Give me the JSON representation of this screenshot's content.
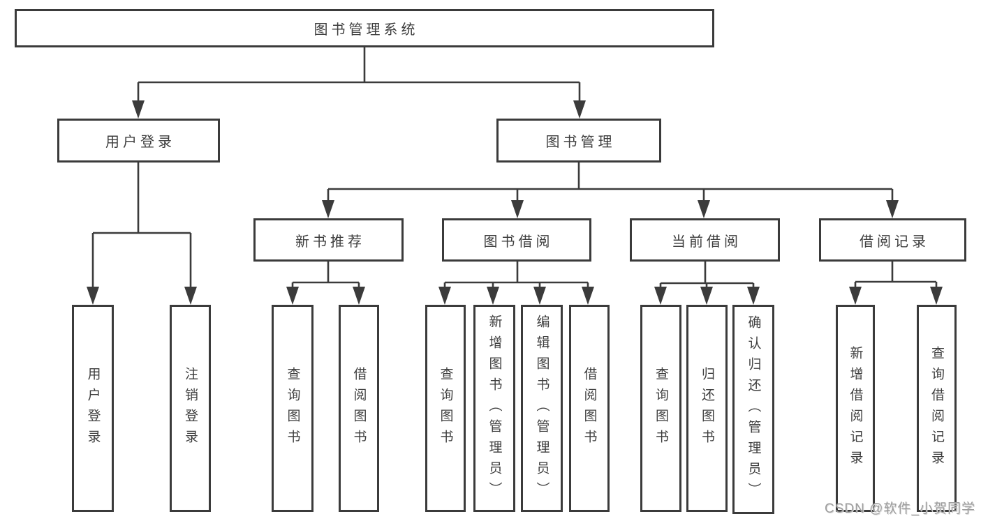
{
  "diagram": {
    "root": {
      "label": "图书管理系统"
    },
    "user": {
      "label": "用户登录",
      "children": [
        {
          "label": "用户登录"
        },
        {
          "label": "注销登录"
        }
      ]
    },
    "book": {
      "label": "图书管理",
      "sections": [
        {
          "label": "新书推荐",
          "children": [
            {
              "label": "查询图书"
            },
            {
              "label": "借阅图书"
            }
          ]
        },
        {
          "label": "图书借阅",
          "children": [
            {
              "label": "查询图书"
            },
            {
              "label": "新增图书（管理员）"
            },
            {
              "label": "编辑图书（管理员）"
            },
            {
              "label": "借阅图书"
            }
          ]
        },
        {
          "label": "当前借阅",
          "children": [
            {
              "label": "查询图书"
            },
            {
              "label": "归还图书"
            },
            {
              "label": "确认归还（管理员）"
            }
          ]
        },
        {
          "label": "借阅记录",
          "children": [
            {
              "label": "新增借阅记录"
            },
            {
              "label": "查询借阅记录"
            }
          ]
        }
      ]
    }
  },
  "watermark": {
    "text": "CSDN @软件_小贺同学"
  },
  "colors": {
    "line": "#3b3b3b",
    "box_border": "#3b3b3b",
    "text": "#3e3e3e",
    "watermark": "#9e9e9e",
    "background": "#ffffff"
  }
}
